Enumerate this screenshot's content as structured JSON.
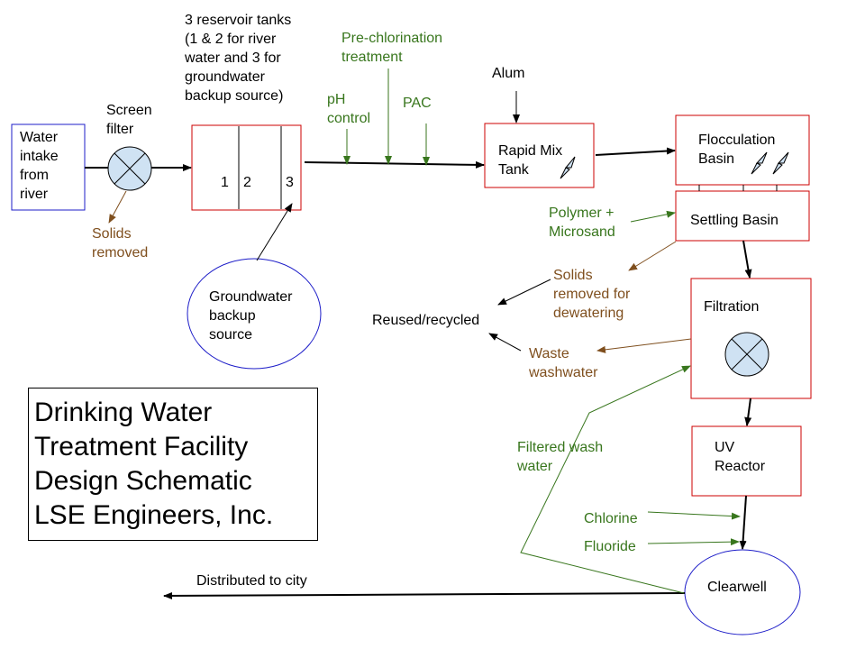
{
  "diagram": {
    "title": "Drinking Water\nTreatment Facility\nDesign Schematic\nLSE Engineers, Inc.",
    "colors": {
      "process": "#000000",
      "chemical": "#38761d",
      "solids": "#7f4f1e",
      "box_red": "#cc0000",
      "box_blue": "#1c1cc8",
      "filter_fill": "#cfe2f3"
    },
    "nodes": {
      "intake": "Water\nintake\nfrom\nriver",
      "screen_filter": "Screen\nfilter",
      "reservoir_note": "3 reservoir tanks\n(1 & 2 for river\nwater and 3 for\ngroundwater\nbackup source)",
      "tank_1": "1",
      "tank_2": "2",
      "tank_3": "3",
      "groundwater": "Groundwater\nbackup\nsource",
      "rapid_mix": "Rapid Mix\nTank",
      "flocculation": "Flocculation\nBasin",
      "settling": "Settling Basin",
      "filtration": "Filtration",
      "uv": "UV\nReactor",
      "clearwell": "Clearwell",
      "reused": "Reused/recycled"
    },
    "chemicals": {
      "pre_chlorination": "Pre-chlorination\ntreatment",
      "ph_control": "pH\ncontrol",
      "pac": "PAC",
      "alum": "Alum",
      "polymer": "Polymer +\nMicrosand",
      "filtered_wash": "Filtered wash\nwater",
      "chlorine": "Chlorine",
      "fluoride": "Fluoride"
    },
    "solids": {
      "screen_solids": "Solids\nremoved",
      "dewatering": "Solids\nremoved for\ndewatering",
      "washwater": "Waste\nwashwater"
    },
    "outputs": {
      "distributed": "Distributed to city"
    }
  }
}
